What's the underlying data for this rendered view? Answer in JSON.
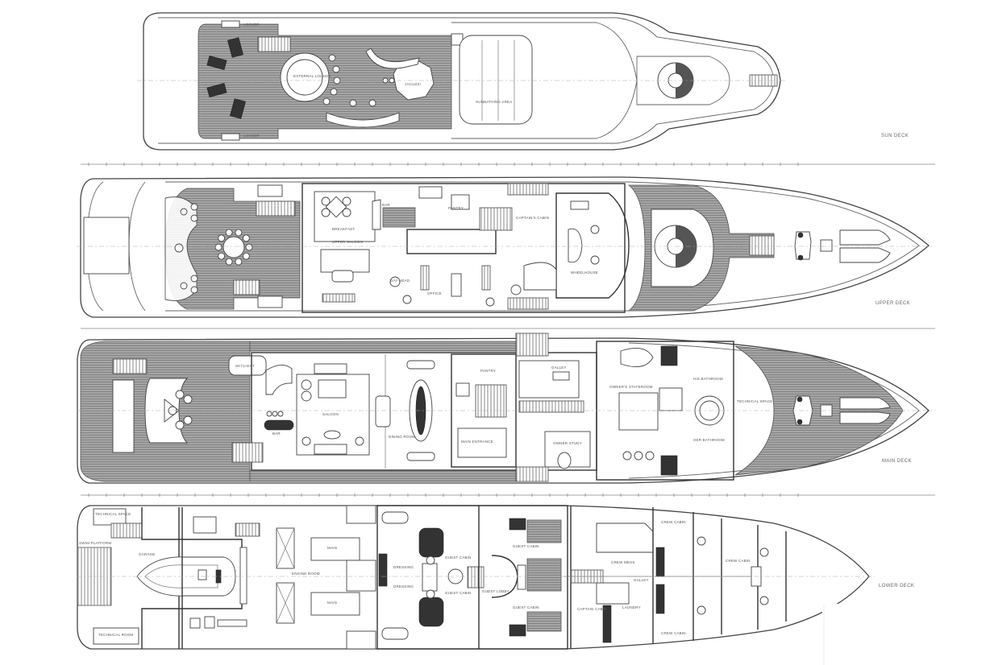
{
  "drawing": {
    "type": "yacht general arrangement",
    "colors": {
      "line": "#444444",
      "teak": "#9a9a9a",
      "background": "#ffffff",
      "dark_furniture": "#333333"
    }
  },
  "decks": {
    "sun": {
      "label": "SUN DECK",
      "rooms": {
        "lounge": "EXTERNAL LOUNGE",
        "jacuzzi": "JACUZZI",
        "sunbathing": "SUNBATHING AREA",
        "locker_port": "LOCKER",
        "locker_stbd": "LOCKER"
      }
    },
    "upper": {
      "label": "UPPER DECK",
      "rooms": {
        "breakfast": "BREAKFAST",
        "saloon": "UPPER SALOON",
        "pantry": "PANTRY",
        "captain": "CAPTAIN'S CABIN",
        "wheelhouse": "WHEELHOUSE",
        "day_head": "DAY HEAD",
        "office": "OFFICE",
        "bar": "BAR"
      }
    },
    "main": {
      "label": "MAIN DECK",
      "rooms": {
        "saloon": "SALOON",
        "dining": "DINING ROOM",
        "main_entrance": "MAIN ENTRANCE",
        "galley": "GALLEY",
        "pantry": "PANTRY",
        "owner_stateroom": "OWNER'S STATEROOM",
        "owner_study": "OWNER STUDY",
        "his_bathroom": "HIS BATHROOM",
        "her_bathroom": "HER BATHROOM",
        "tech_space": "TECHNICAL SPACE",
        "bar": "BAR",
        "tender_cover": "SKYLIGHT"
      }
    },
    "lower": {
      "label": "LOWER DECK",
      "rooms": {
        "tech_space": "TECHNICAL SPACE",
        "swim_platform": "SWIM PLATFORM",
        "garage": "GARAGE",
        "tech_room": "TECHNICAL ROOM",
        "engine_room": "ENGINE ROOM",
        "engine_1": "MAIN",
        "engine_2": "MAIN",
        "guest_1": "GUEST CABIN",
        "guest_2": "GUEST CABIN",
        "guest_3": "GUEST CABIN",
        "guest_4": "GUEST CABIN",
        "guest_lobby": "GUEST LOBBY",
        "dressing_1": "DRESSING",
        "dressing_2": "DRESSING",
        "crew_mess": "CREW MESS",
        "galley": "GALLEY",
        "crew_1": "CREW CABIN",
        "crew_2": "CREW CABIN",
        "crew_3": "CREW CABIN",
        "captain": "CAPTAIN CABIN",
        "laundry": "LAUNDRY"
      }
    }
  }
}
